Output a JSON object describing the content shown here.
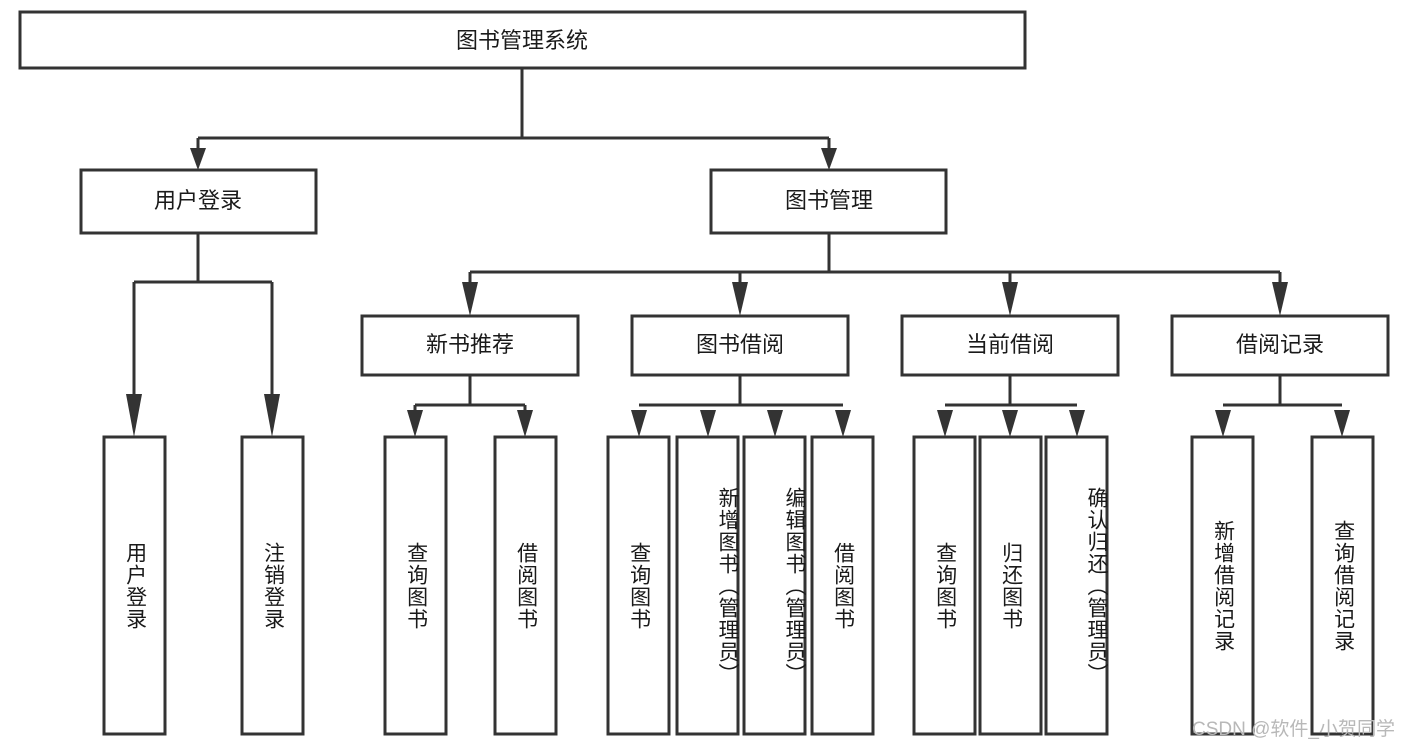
{
  "diagram": {
    "type": "tree",
    "title": "图书管理系统",
    "root": {
      "label": "图书管理系统"
    },
    "level2": [
      {
        "label": "用户登录"
      },
      {
        "label": "图书管理"
      }
    ],
    "level3": [
      {
        "label": "新书推荐"
      },
      {
        "label": "图书借阅"
      },
      {
        "label": "当前借阅"
      },
      {
        "label": "借阅记录"
      }
    ],
    "leaves": {
      "user_login": [
        {
          "label": "用户登录"
        },
        {
          "label": "注销登录"
        }
      ],
      "new_book": [
        {
          "label": "查询图书"
        },
        {
          "label": "借阅图书"
        }
      ],
      "book_borrow": [
        {
          "label": "查询图书"
        },
        {
          "label": "新增图书（管理员）"
        },
        {
          "label": "编辑图书（管理员）"
        },
        {
          "label": "借阅图书"
        }
      ],
      "current_borrow": [
        {
          "label": "查询图书"
        },
        {
          "label": "归还图书"
        },
        {
          "label": "确认归还（管理员）"
        }
      ],
      "borrow_record": [
        {
          "label": "新增借阅记录"
        },
        {
          "label": "查询借阅记录"
        }
      ]
    }
  },
  "watermark": {
    "text": "CSDN @软件_小贺同学"
  },
  "colors": {
    "stroke": "#333333",
    "text": "#1a1a1a",
    "background": "#ffffff",
    "watermark": "#b8b8b8"
  }
}
